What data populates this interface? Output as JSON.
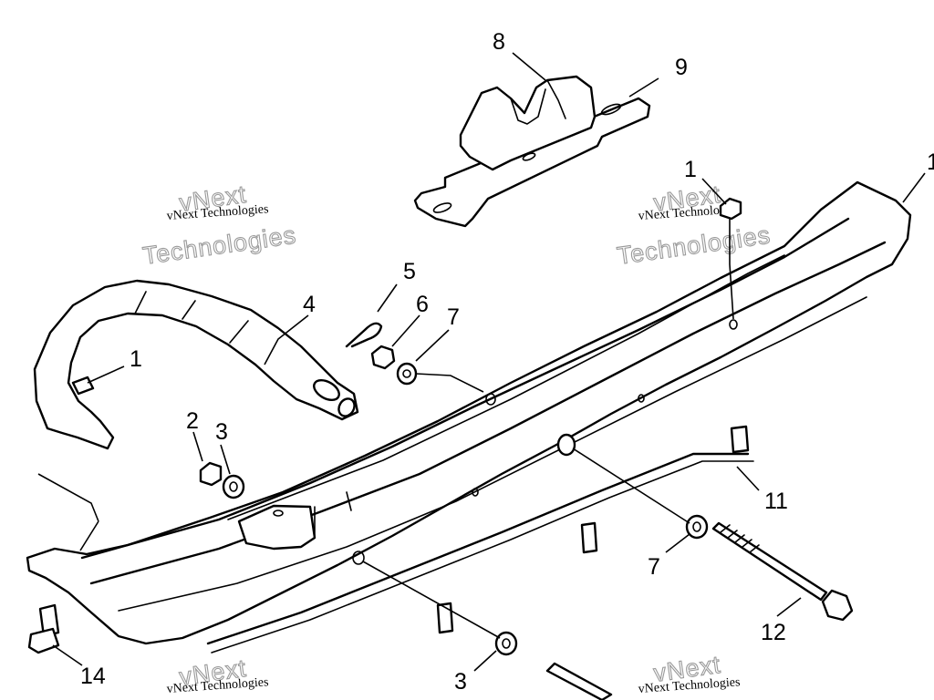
{
  "diagram": {
    "callouts": {
      "c1_top": "1",
      "c1_left": "1",
      "c_edge": "1",
      "c2": "2",
      "c3_mid": "3",
      "c3_bottom": "3",
      "c4": "4",
      "c5": "5",
      "c6": "6",
      "c7_upper": "7",
      "c7_lower": "7",
      "c8": "8",
      "c9": "9",
      "c11": "11",
      "c12": "12",
      "c14": "14"
    },
    "watermarks": {
      "line_small": "vNext Technologies",
      "line_big_1": "vNext",
      "line_big_2": "Technologies"
    }
  }
}
